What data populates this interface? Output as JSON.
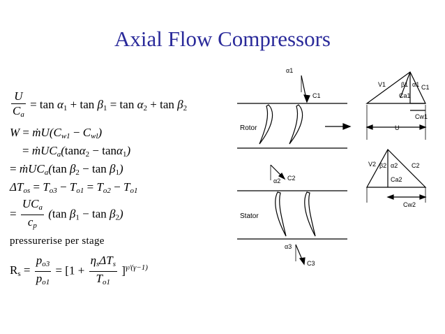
{
  "slide": {
    "title": "Axial Flow Compressors",
    "caption": "pressurerise per stage"
  },
  "diagram": {
    "rotor_label": "Rotor",
    "stator_label": "Stator",
    "labels": {
      "alpha1": "α1",
      "c1": "C1",
      "alpha2": "α2",
      "c2": "C2",
      "alpha3": "α3",
      "c3": "C3",
      "v1": "V1",
      "beta1": "β1",
      "ca1": "Ca1",
      "cw1": "Cw1",
      "u": "U",
      "v2": "V2",
      "beta2": "β2",
      "ca2": "Ca2",
      "cw2": "Cw2"
    }
  }
}
